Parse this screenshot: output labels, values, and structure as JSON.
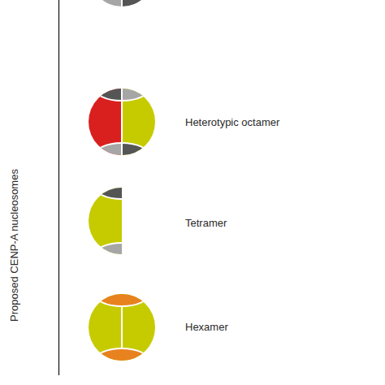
{
  "diagram": {
    "labels": [
      "Proposed CENP-A nucleosomes",
      "Heterotypic octamer",
      "Tetramer",
      "Hexamer"
    ]
  }
}
